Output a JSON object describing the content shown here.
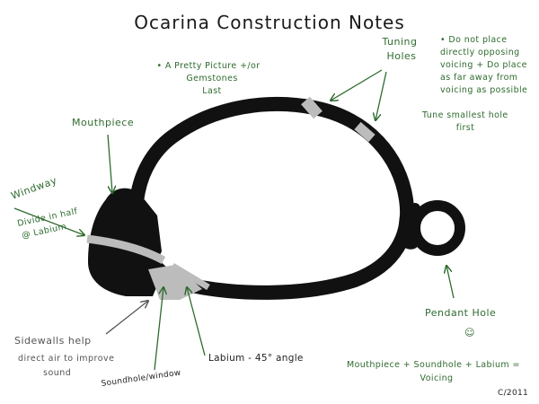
{
  "title": "Ocarina Construction Notes",
  "annotations": {
    "pretty_picture": [
      "• A Pretty Picture +/or",
      "Gemstones",
      "Last"
    ],
    "tuning_holes": [
      "Tuning",
      "Holes"
    ],
    "tuning_note": [
      "• Do not place",
      "directly opposing",
      "voicing + Do place",
      "as far away from",
      "voicing as possible"
    ],
    "tune_smallest": [
      "Tune smallest hole",
      "first"
    ],
    "mouthpiece": "Mouthpiece",
    "windway": "Windway",
    "divide_half": [
      "Divide in half",
      "@ Labium"
    ],
    "pendant_hole": "Pendant Hole",
    "smiley": "☺",
    "sidewalls": [
      "Sidewalls help",
      "direct air to improve",
      "sound"
    ],
    "soundhole": "Soundhole/window",
    "labium": "Labium - 45° angle",
    "formula": [
      "Mouthpiece + Soundhole + Labium =",
      "Voicing"
    ],
    "signature": "C/2011"
  },
  "colors": {
    "annotation_green": "#2f6b2f",
    "body_black": "#111111",
    "gap_gray": "#bcbcbc",
    "label_gray": "#555555"
  }
}
